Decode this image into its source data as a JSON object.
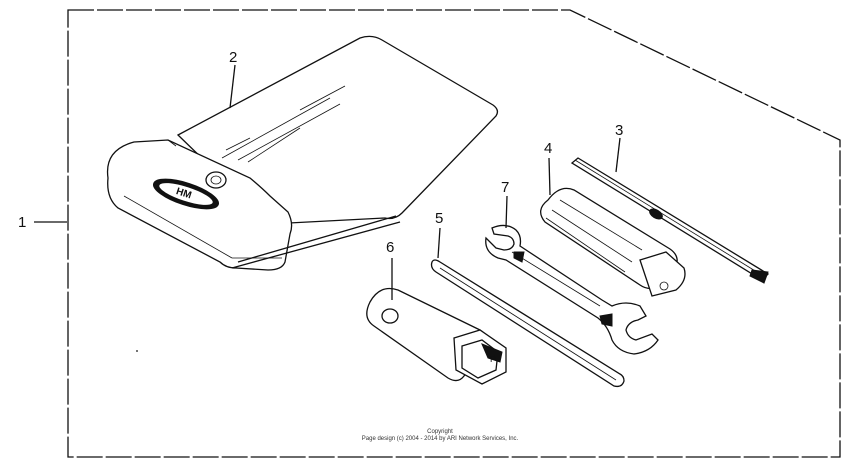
{
  "callouts": {
    "c1": "1",
    "c2": "2",
    "c3": "3",
    "c4": "4",
    "c5": "5",
    "c6": "6",
    "c7": "7"
  },
  "copyright": {
    "line1": "Copyright",
    "line2": "Page design (c) 2004 - 2014 by ARI Network Services, Inc."
  },
  "logo_text": "HM"
}
